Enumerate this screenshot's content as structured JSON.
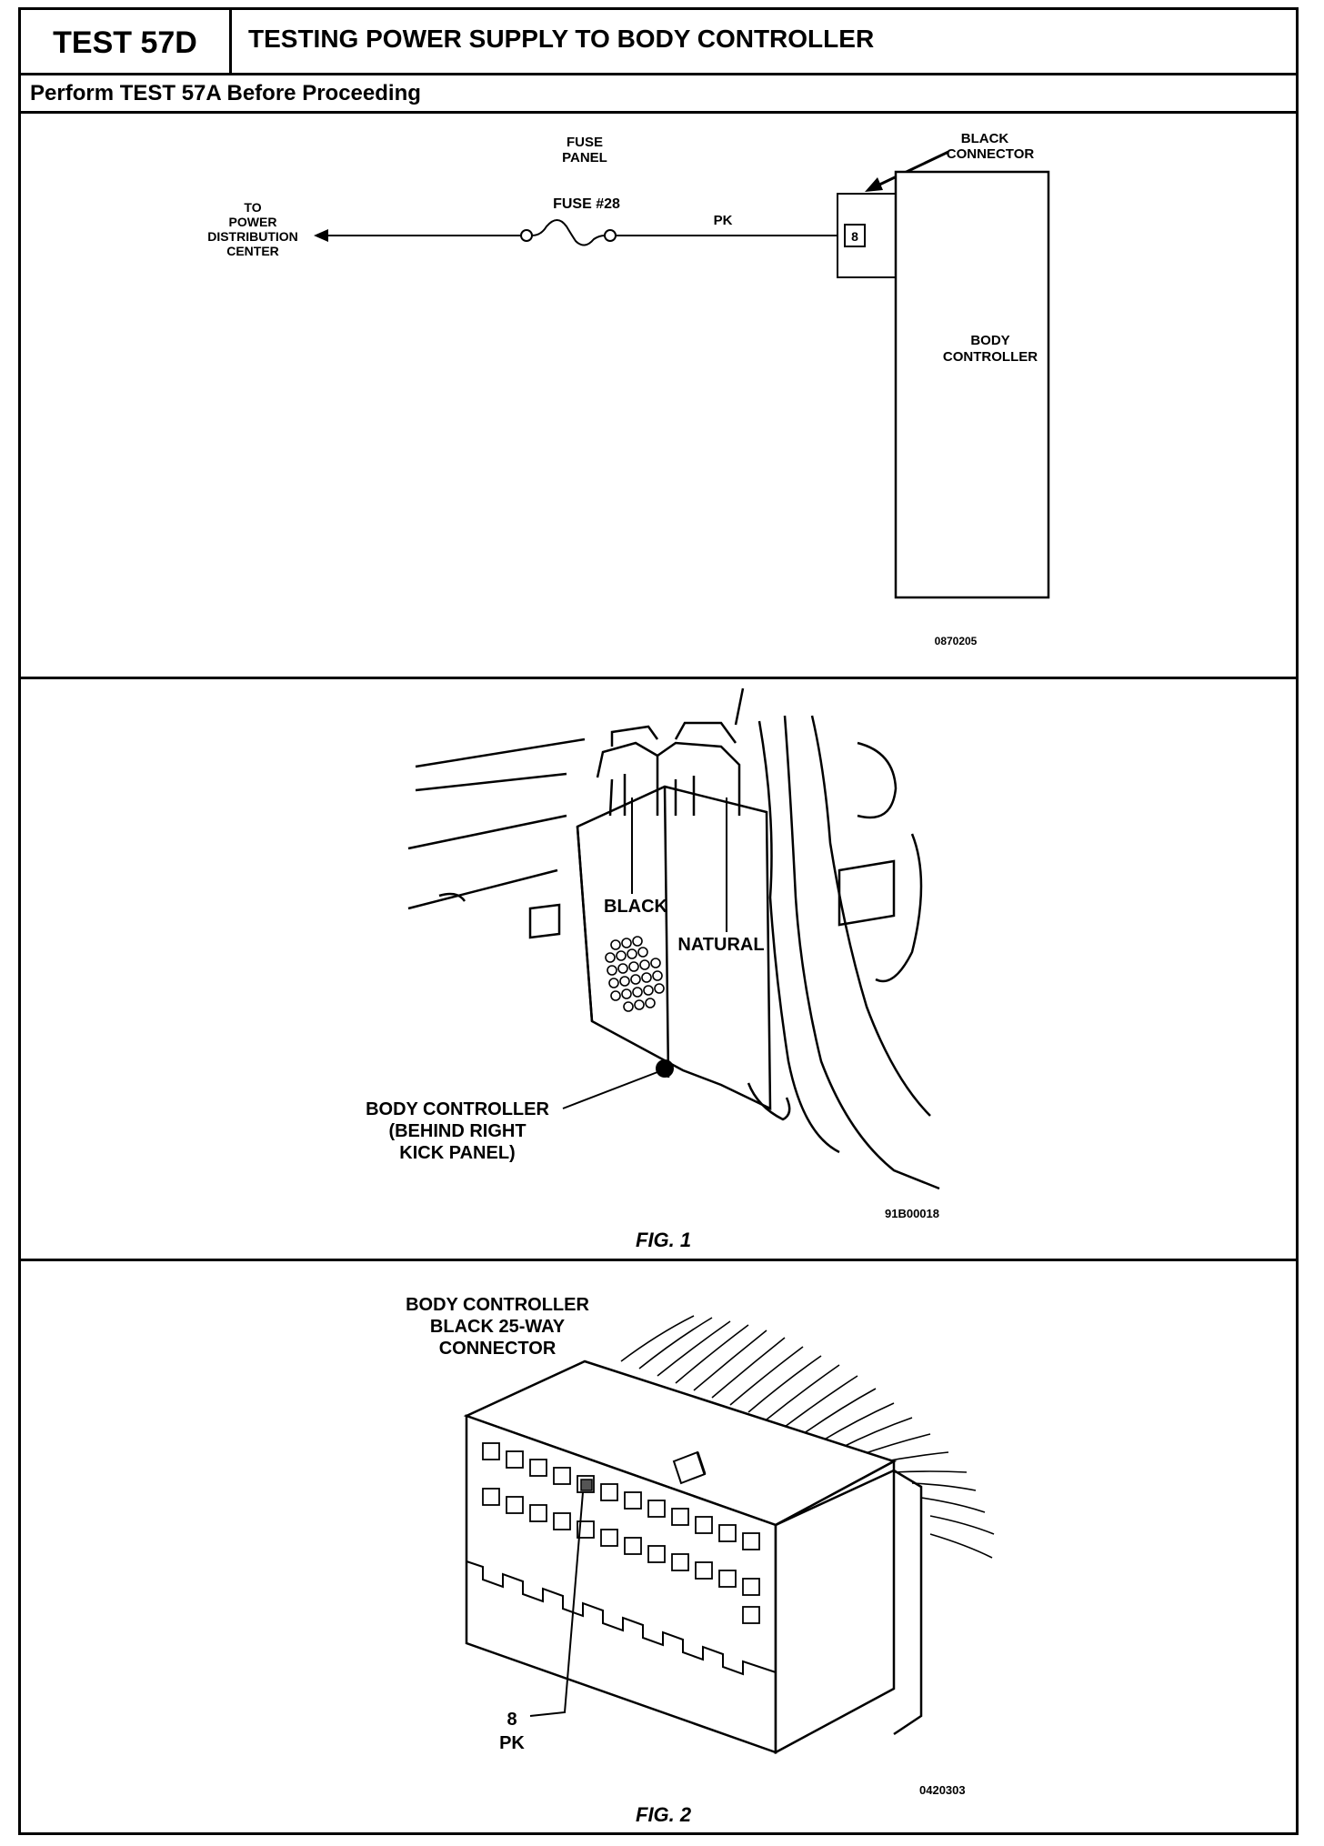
{
  "header": {
    "test_id": "TEST 57D",
    "title": "TESTING POWER SUPPLY TO BODY CONTROLLER",
    "prerequisite": "Perform TEST 57A Before Proceeding"
  },
  "schematic": {
    "fuse_panel_line1": "FUSE",
    "fuse_panel_line2": "PANEL",
    "fuse_label": "FUSE #28",
    "dest_line1": "TO",
    "dest_line2": "POWER",
    "dest_line3": "DISTRIBUTION",
    "dest_line4": "CENTER",
    "wire_color": "PK",
    "connector_line1": "BLACK",
    "connector_line2": "CONNECTOR",
    "pin": "8",
    "module_line1": "BODY",
    "module_line2": "CONTROLLER",
    "code": "0870205"
  },
  "figure1": {
    "label_black": "BLACK",
    "label_natural": "NATURAL",
    "callout_line1": "BODY CONTROLLER",
    "callout_line2": "(BEHIND RIGHT",
    "callout_line3": "KICK PANEL)",
    "code": "91B00018",
    "caption": "FIG. 1"
  },
  "figure2": {
    "title_line1": "BODY CONTROLLER",
    "title_line2": "BLACK 25-WAY",
    "title_line3": "CONNECTOR",
    "pin": "8",
    "wire_color": "PK",
    "code": "0420303",
    "caption": "FIG. 2"
  }
}
